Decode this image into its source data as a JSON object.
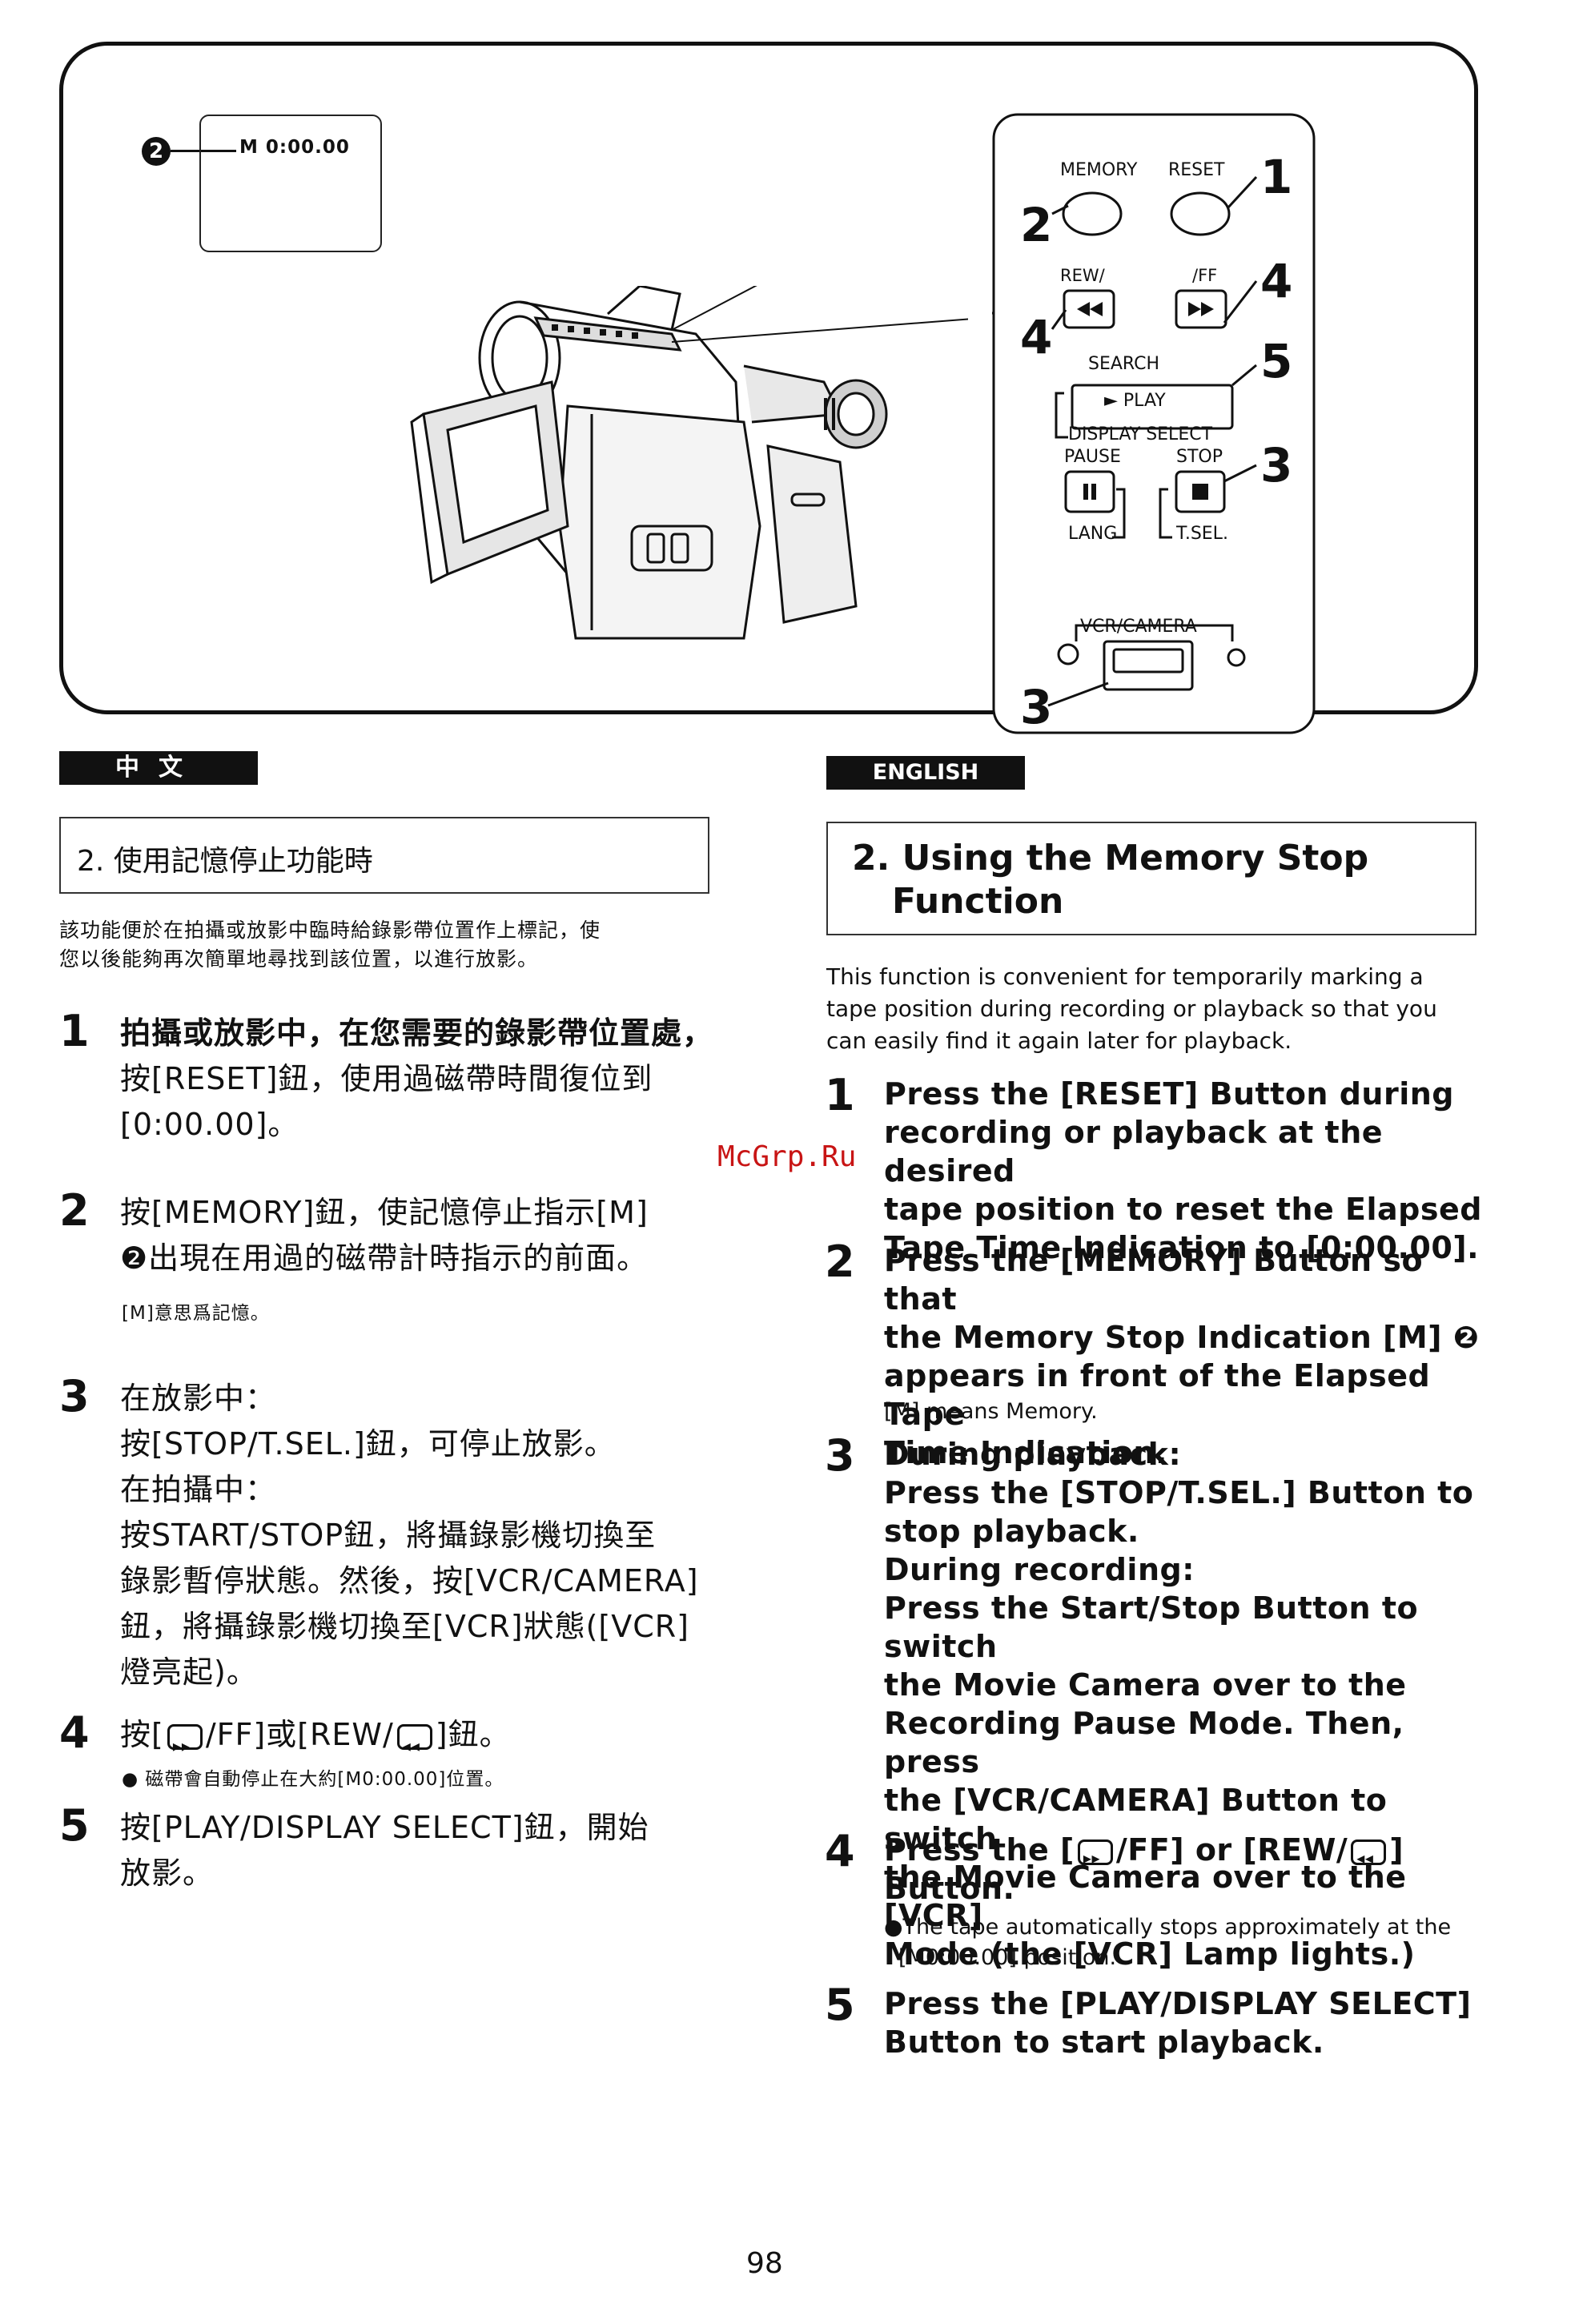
{
  "figure": {
    "lcd_display": "M 0:00.00",
    "callout_lcd": "2",
    "controls": {
      "memory_label": "MEMORY",
      "reset_label": "RESET",
      "rew_label": "REW/",
      "ff_label": "/FF",
      "search_label": "SEARCH",
      "play_label": "► PLAY",
      "display_select_label": "DISPLAY SELECT",
      "pause_label": "PAUSE",
      "stop_label": "STOP",
      "lang_label": "LANG",
      "tsel_label": "T.SEL.",
      "vcr_camera_label": "VCR/CAMERA",
      "callouts": [
        "1",
        "2",
        "4",
        "4",
        "5",
        "3",
        "3"
      ]
    }
  },
  "chinese": {
    "lang_label": "中文",
    "title": "2. 使用記憶停止功能時",
    "intro_line1": "該功能便於在拍攝或放影中臨時給錄影帶位置作上標記，使",
    "intro_line2": "您以後能夠再次簡單地尋找到該位置，以進行放影。",
    "steps": [
      {
        "num": "1",
        "lines": [
          "拍攝或放影中，在您需要的錄影帶位置處，",
          "按[RESET]鈕，使用過磁帶時間復位到",
          "[0:00.00]。"
        ]
      },
      {
        "num": "2",
        "lines": [
          "按[MEMORY]鈕，使記憶停止指示[M]",
          "❷出現在用過的磁帶計時指示的前面。"
        ],
        "note": "[M]意思爲記憶。"
      },
      {
        "num": "3",
        "lines": [
          "在放影中：",
          "按[STOP/T.SEL.]鈕，可停止放影。",
          "在拍攝中：",
          "按START/STOP鈕，將攝錄影機切換至",
          "錄影暫停狀態。然後，按[VCR/CAMERA]",
          "鈕，將攝錄影機切換至[VCR]狀態([VCR]",
          "燈亮起)。"
        ]
      },
      {
        "num": "4",
        "line_a": "按[",
        "line_b": "/FF]或[REW/",
        "line_c": "]鈕。",
        "note": "● 磁帶會自動停止在大約[M0:00.00]位置。"
      },
      {
        "num": "5",
        "lines": [
          "按[PLAY/DISPLAY SELECT]鈕，開始",
          "放影。"
        ]
      }
    ]
  },
  "english": {
    "lang_label": "ENGLISH",
    "title_line1": "2. Using the Memory Stop",
    "title_line2": "Function",
    "intro_line1": "This function is convenient for temporarily marking a",
    "intro_line2": "tape position during recording or playback so that you",
    "intro_line3": "can easily find it again later for playback.",
    "steps": [
      {
        "num": "1",
        "lines": [
          "Press the [RESET] Button during",
          "recording or playback at the desired",
          "tape position to reset the Elapsed",
          "Tape Time Indication to [0:00.00]."
        ]
      },
      {
        "num": "2",
        "lines": [
          "Press the [MEMORY] Button so that",
          "the Memory Stop Indication [M] ❷",
          "appears in front of the Elapsed Tape",
          "Time Indication."
        ],
        "note": "[M] means Memory."
      },
      {
        "num": "3",
        "lines": [
          "During playback:",
          "Press the [STOP/T.SEL.] Button to",
          "stop playback.",
          "During recording:",
          "Press the Start/Stop Button to switch",
          "the Movie Camera over to the",
          "Recording Pause Mode. Then, press",
          "the [VCR/CAMERA] Button to switch",
          "the Movie Camera over to the [VCR]",
          "Mode (the [VCR] Lamp lights.)"
        ]
      },
      {
        "num": "4",
        "line_a": "Press the [",
        "line_b": "/FF] or [REW/",
        "line_c": "]",
        "line2": "Button.",
        "note1": "●The tape automatically stops approximately at the",
        "note2": "[M0:00.00] position."
      },
      {
        "num": "5",
        "lines": [
          "Press the [PLAY/DISPLAY SELECT]",
          "Button to start playback."
        ]
      }
    ]
  },
  "watermark": "McGrp.Ru",
  "page_number": "98"
}
